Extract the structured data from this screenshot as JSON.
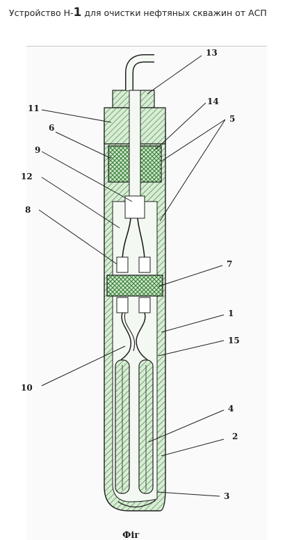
{
  "caption": {
    "prefix": "Устройство Н-",
    "model": "1",
    "suffix": " для очистки нефтяных скважин от АСП"
  },
  "labels": [
    "13",
    "11",
    "6",
    "14",
    "5",
    "9",
    "12",
    "8",
    "7",
    "1",
    "15",
    "10",
    "4",
    "2",
    "3"
  ],
  "footer": "Фіг",
  "colors": {
    "hatch": "#3c8c3c",
    "line": "#1e1e1e",
    "fill": "#d9ecd6",
    "background": "#fafafa"
  }
}
